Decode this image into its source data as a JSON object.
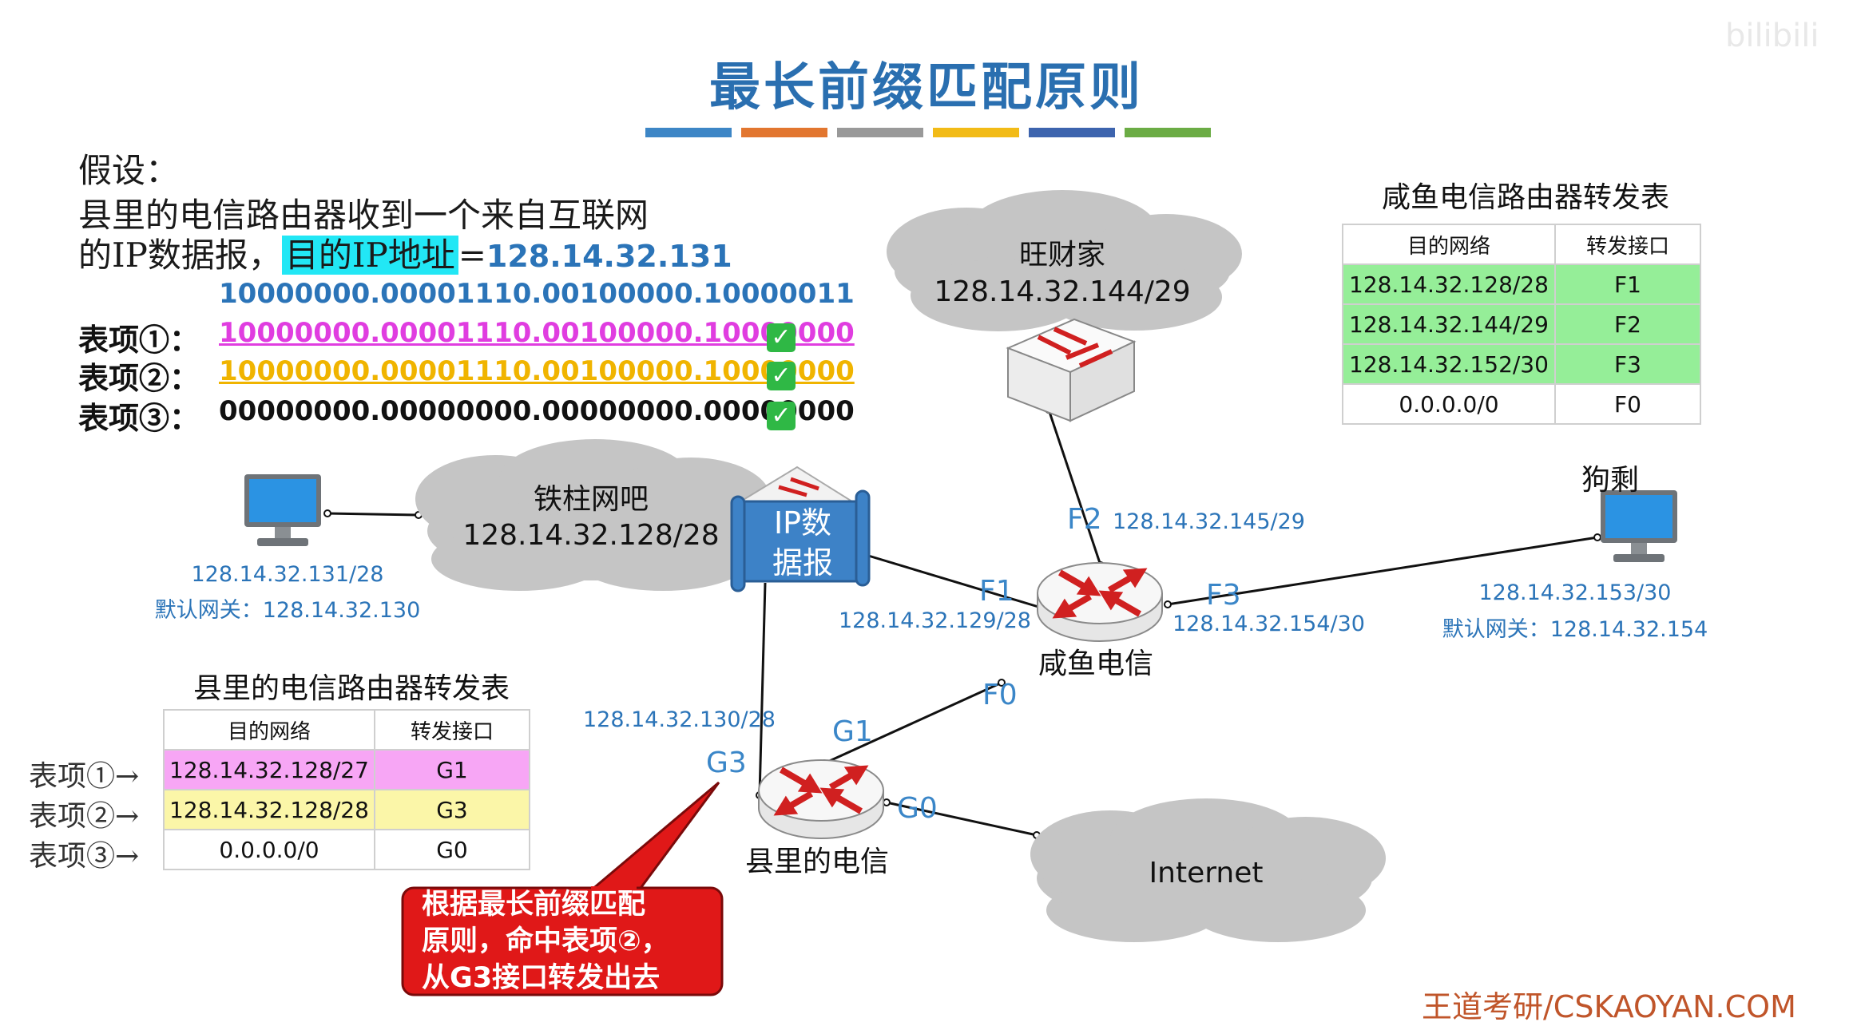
{
  "title": "最长前缀匹配原则",
  "color_bar": [
    "#3d86c6",
    "#e2762f",
    "#999999",
    "#f2bb17",
    "#3d64ae",
    "#6bac45"
  ],
  "intro": {
    "line1": "假设：",
    "line2": "县里的电信路由器收到一个来自互联网",
    "line3_prefix": "的IP数据报，",
    "line3_hl": "目的IP地址",
    "line3_eq": "=",
    "line3_ip": "128.14.32.131"
  },
  "binary": {
    "dest": "10000000.00001110.00100000.10000011",
    "entries": [
      {
        "label": "表项①：",
        "value": "10000000.00001110.00100000.10000000",
        "color": "#e03de0"
      },
      {
        "label": "表项②：",
        "value": "10000000.00001110.00100000.10000000",
        "color": "#f0b400"
      },
      {
        "label": "表项③：",
        "value": "00000000.00000000.00000000.00000000",
        "color": "#111111"
      }
    ],
    "check": "✓"
  },
  "clouds": {
    "wangcai": {
      "name": "旺财家",
      "net": "128.14.32.144/29"
    },
    "tiezhu": {
      "name": "铁柱网吧",
      "net": "128.14.32.128/28"
    },
    "internet": {
      "name": "Internet"
    }
  },
  "hosts": {
    "left": {
      "ip": "128.14.32.131/28",
      "gw": "默认网关：128.14.32.130"
    },
    "right": {
      "name": "狗剩",
      "ip": "128.14.32.153/30",
      "gw": "默认网关：128.14.32.154"
    }
  },
  "packet": {
    "line1": "IP数",
    "line2": "据报"
  },
  "routers": {
    "xianyu": {
      "name": "咸鱼电信",
      "if": {
        "F1": "F1",
        "F2": "F2",
        "F3": "F3",
        "F0": "F0"
      },
      "addr": {
        "F1": "128.14.32.129/28",
        "F2": "128.14.32.145/29",
        "F3": "128.14.32.154/30"
      }
    },
    "county": {
      "name": "县里的电信",
      "if": {
        "G1": "G1",
        "G3": "G3",
        "G0": "G0"
      },
      "addr": {
        "G3": "128.14.32.130/28"
      }
    }
  },
  "xianyu_table": {
    "title": "咸鱼电信路由器转发表",
    "headers": [
      "目的网络",
      "转发接口"
    ],
    "rows": [
      [
        "128.14.32.128/28",
        "F1"
      ],
      [
        "128.14.32.144/29",
        "F2"
      ],
      [
        "128.14.32.152/30",
        "F3"
      ],
      [
        "0.0.0.0/0",
        "F0"
      ]
    ]
  },
  "county_table": {
    "title": "县里的电信路由器转发表",
    "headers": [
      "目的网络",
      "转发接口"
    ],
    "rows": [
      [
        "128.14.32.128/27",
        "G1"
      ],
      [
        "128.14.32.128/28",
        "G3"
      ],
      [
        "0.0.0.0/0",
        "G0"
      ]
    ],
    "row_labels": [
      "表项①→",
      "表项②→",
      "表项③→"
    ]
  },
  "callout": {
    "line1": "根据最长前缀匹配",
    "line2": "原则，命中表项②，",
    "line3": "从G3接口转发出去"
  },
  "footer": "王道考研/CSKAOYAN.COM",
  "watermark": "bilibili"
}
